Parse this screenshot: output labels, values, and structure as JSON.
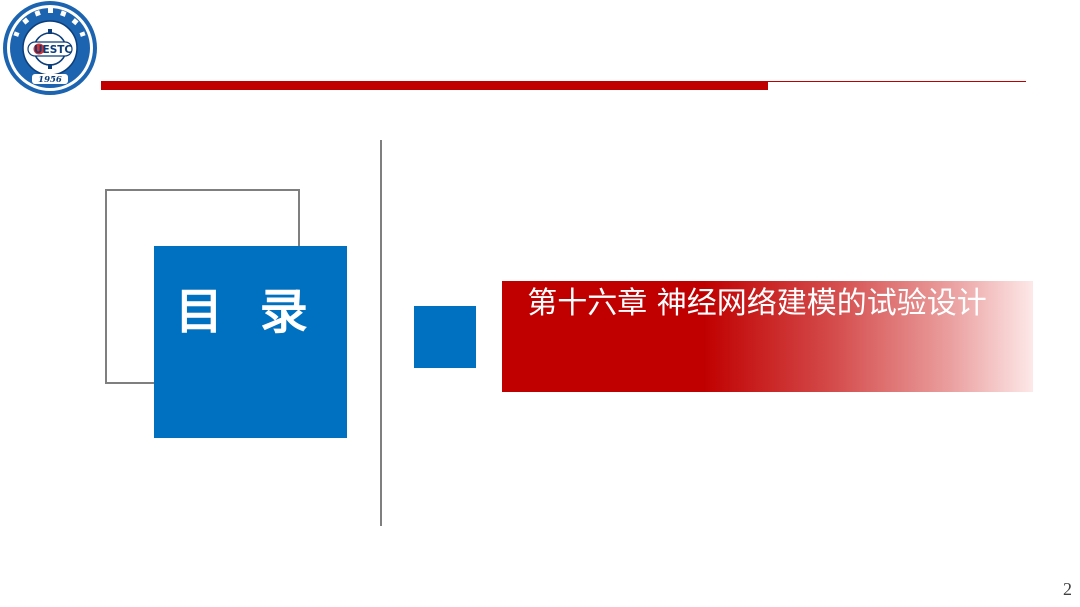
{
  "logo": {
    "icon": "uestc-seal-icon",
    "emblem_text": "UESTC",
    "year": "1956",
    "colors": {
      "ring": "#1c63b0",
      "dark": "#0b3d7a",
      "accent": "#d9302c"
    }
  },
  "toc": {
    "title": "目 录"
  },
  "chapter": {
    "title": "第十六章 神经网络建模的试验设计"
  },
  "page_number": "2",
  "colors": {
    "brand_red": "#c00000",
    "brand_blue": "#0070c0",
    "frame_gray": "#7f7f7f"
  }
}
